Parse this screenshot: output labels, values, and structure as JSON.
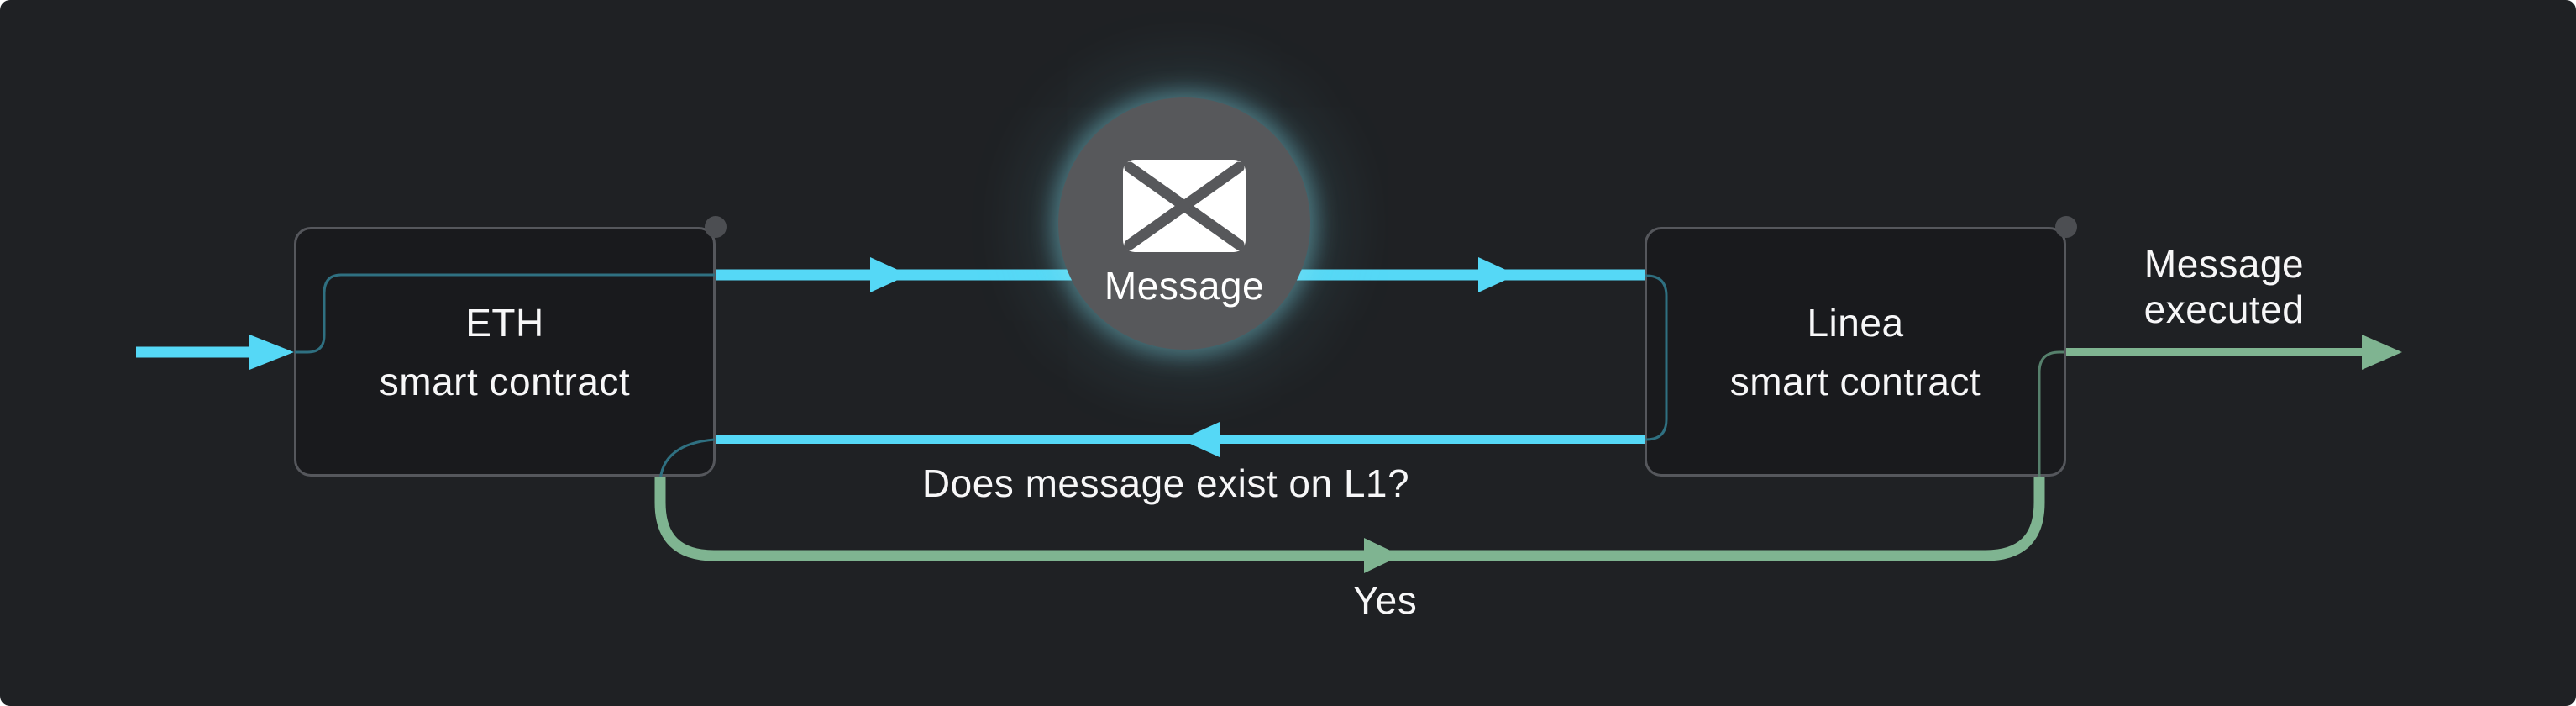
{
  "colors": {
    "page_bg": "#ffffff",
    "canvas_bg": "#1f2124",
    "node_fill": "#191a1d",
    "node_border": "#55575c",
    "port_dot": "#4c4e52",
    "circle_fill": "#57585b",
    "accent_cyan": "#55d8f6",
    "accent_green": "#7fb491",
    "thin_teal": "#2f7081",
    "thin_green": "#56806c",
    "text": "#f7f7f8"
  },
  "nodes": {
    "eth": {
      "line1": "ETH",
      "line2": "smart contract"
    },
    "linea": {
      "line1": "Linea",
      "line2": "smart contract"
    }
  },
  "message_node": {
    "label": "Message",
    "icon": "envelope-icon"
  },
  "labels": {
    "question": "Does message exist on L1?",
    "yes": "Yes",
    "executed": {
      "line1": "Message",
      "line2": "executed"
    }
  },
  "edges": [
    {
      "name": "inbound-to-eth",
      "color": "cyan",
      "direction": "right"
    },
    {
      "name": "eth-to-linea-message",
      "color": "cyan",
      "direction": "right"
    },
    {
      "name": "linea-to-eth-check",
      "color": "cyan",
      "direction": "left",
      "label": "Does message exist on L1?"
    },
    {
      "name": "eth-to-linea-yes-loop",
      "color": "green",
      "direction": "right",
      "label": "Yes"
    },
    {
      "name": "linea-message-executed",
      "color": "green",
      "direction": "right",
      "label": "Message executed"
    }
  ]
}
